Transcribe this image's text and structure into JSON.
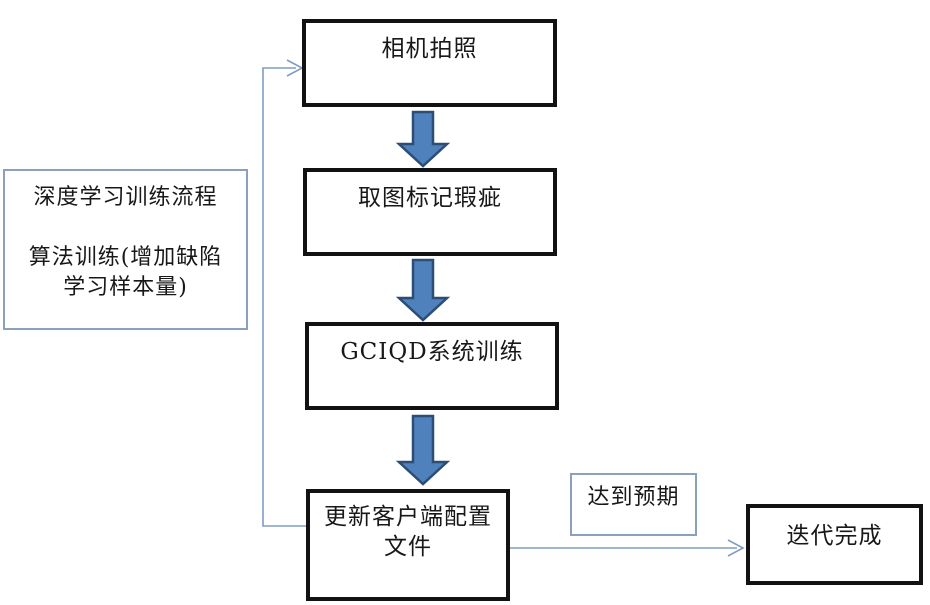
{
  "nodes": {
    "camera": {
      "label": "相机拍照"
    },
    "mark_defects": {
      "label": "取图标记瑕疵"
    },
    "gciqd_training": {
      "label": "GCIQD系统训练"
    },
    "update_config": {
      "line1": "更新客户端配置",
      "line2": "文件"
    },
    "iteration_done": {
      "label": "迭代完成"
    }
  },
  "left_panel": {
    "line1": "深度学习训练流程",
    "line2": "算法训练(增加缺陷",
    "line3": "学习样本量)"
  },
  "edge_label": "达到预期",
  "icons": {
    "down_block_arrow": "block-arrow-down",
    "open_arrowhead": "open-chevron-right"
  },
  "colors": {
    "background": "#ffffff",
    "thick_box_border": "#121212",
    "thin_box_border": "#8aa0bc",
    "block_arrow_fill": "#4f81bd",
    "block_arrow_stroke": "#2c4d75",
    "connector_line": "#7f9dc4",
    "text": "#181818"
  }
}
